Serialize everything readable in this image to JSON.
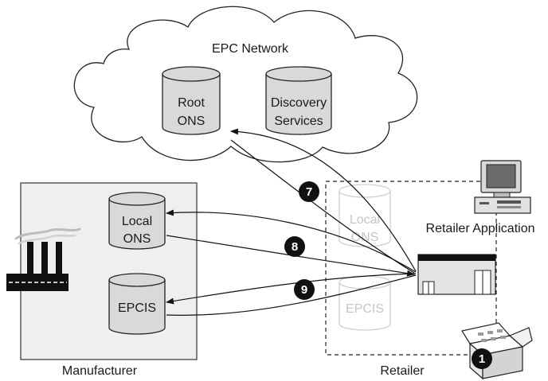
{
  "title": "EPC Network",
  "nodes": {
    "root_ons": [
      "Root",
      "ONS"
    ],
    "discovery_services": [
      "Discovery",
      "Services"
    ],
    "local_ons": [
      "Local",
      "ONS"
    ],
    "epcis": "EPCIS",
    "retailer_local_ons": [
      "Local",
      "ONS"
    ],
    "retailer_epcis": "EPCIS"
  },
  "labels": {
    "manufacturer": "Manufacturer",
    "retailer": "Retailer",
    "retailer_application": "Retailer Application"
  },
  "steps": [
    "7",
    "8",
    "9",
    "1"
  ],
  "colors": {
    "cylinder_fill": "#d9d9d9",
    "manufacturer_fill": "#eff0ee",
    "step_badge": "#111111",
    "faded": "#c6c6c6"
  }
}
